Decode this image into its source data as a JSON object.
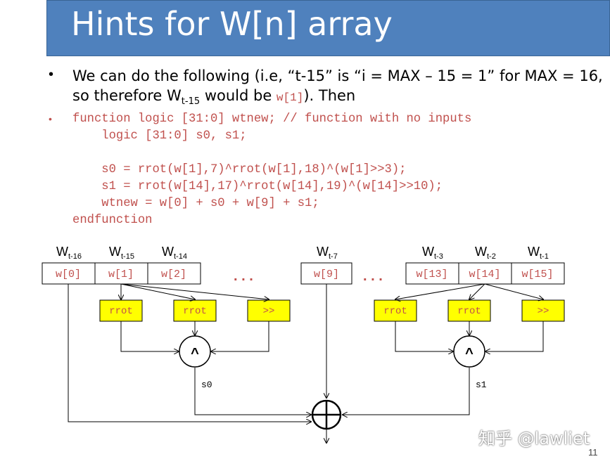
{
  "title": "Hints for W[n] array",
  "bullet": {
    "line1": "We can do the following (i.e, “t-15” is “i = MAX – 15 = 1” for MAX = 16,",
    "line2_pre": "so therefore W",
    "line2_sub": "t-15",
    "line2_mid": " would be ",
    "line2_code": "w[1]",
    "line2_post": "). Then"
  },
  "code_lines": [
    "function logic [31:0] wtnew; // function with no inputs",
    "    logic [31:0] s0, s1;",
    "",
    "    s0 = rrot(w[1],7)^rrot(w[1],18)^(w[1]>>3);",
    "    s1 = rrot(w[14],17)^rrot(w[14],19)^(w[14]>>10);",
    "    wtnew = w[0] + s0 + w[9] + s1;",
    "endfunction"
  ],
  "diagram": {
    "left_group": [
      {
        "label": "W",
        "sub": "t-16",
        "cell": "w[0]"
      },
      {
        "label": "W",
        "sub": "t-15",
        "cell": "w[1]"
      },
      {
        "label": "W",
        "sub": "t-14",
        "cell": "w[2]"
      }
    ],
    "middle": {
      "label": "W",
      "sub": "t-7",
      "cell": "w[9]"
    },
    "right_group": [
      {
        "label": "W",
        "sub": "t-3",
        "cell": "w[13]"
      },
      {
        "label": "W",
        "sub": "t-2",
        "cell": "w[14]"
      },
      {
        "label": "W",
        "sub": "t-1",
        "cell": "w[15]"
      }
    ],
    "ellipsis": ". . .",
    "ops_left": [
      "rrot",
      "rrot",
      ">>"
    ],
    "ops_right": [
      "rrot",
      "rrot",
      ">>"
    ],
    "xor_symbol": "^",
    "s0_label": "s0",
    "s1_label": "s1",
    "op_box_color": "#ffff00"
  },
  "watermark": "知乎 @lawliet",
  "page_number": "11"
}
